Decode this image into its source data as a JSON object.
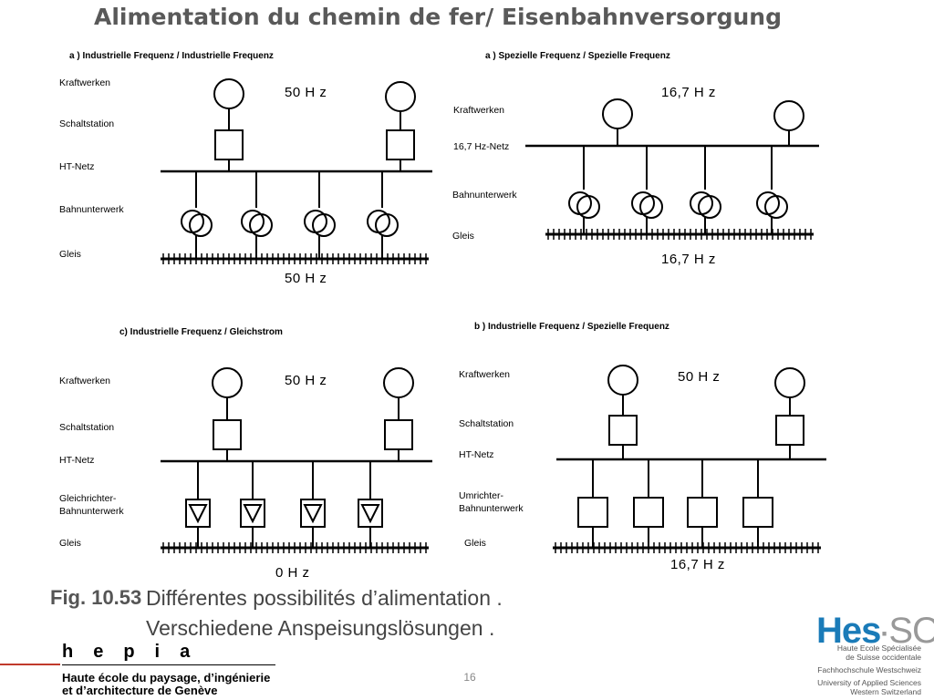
{
  "title": "Alimentation du chemin de fer/ Eisenbahnversorgung",
  "panels": {
    "tl": {
      "title": "a )  Industrielle Frequenz / Industrielle Frequenz",
      "labels": [
        "Kraftwerken",
        "Schaltstation",
        "HT-Netz",
        "Bahnunterwerk",
        "Gleis"
      ],
      "freq_top": "50  H z",
      "freq_bottom": "50  H z"
    },
    "tr": {
      "title": "a )  Spezielle Frequenz / Spezielle Frequenz",
      "labels": [
        "Kraftwerken",
        "16,7 Hz-Netz",
        "Bahnunterwerk",
        "Gleis"
      ],
      "freq_top": "16,7   H z",
      "freq_bottom": "16,7   H z"
    },
    "bl": {
      "title": "c)  Industrielle Frequenz / Gleichstrom",
      "labels": [
        "Kraftwerken",
        "Schaltstation",
        "HT-Netz",
        "Gleichrichter-",
        "Bahnunterwerk",
        "Gleis"
      ],
      "freq_top": "50  H z",
      "freq_bottom": "0  H z"
    },
    "br": {
      "title": "b )  Industrielle Frequenz / Spezielle Frequenz",
      "labels": [
        "Kraftwerken",
        "Schaltstation",
        "HT-Netz",
        "Umrichter-",
        "Bahnunterwerk",
        "Gleis"
      ],
      "freq_top": "50  H z",
      "freq_bottom": "16,7  H z"
    }
  },
  "caption": {
    "fig": "Fig. 10.53",
    "fr": "Différentes possibilités d’alimentation .",
    "de": "Verschiedene Anspeisungslösungen ."
  },
  "footer": {
    "hepia_logo": "hepia",
    "hepia_line1": "Haute école du paysage, d’ingénierie",
    "hepia_line2": "et d’architecture de Genève",
    "page_number": "16",
    "hes_logo_main": "Hes",
    "hes_logo_so": "SO",
    "hes_lines": [
      "Haute Ecole Spécialisée",
      "de Suisse occidentale",
      "Fachhochschule Westschweiz",
      "University of Applied Sciences",
      "Western Switzerland"
    ]
  },
  "colors": {
    "title": "#595959",
    "hes_blue": "#1a7bb8",
    "hepia_red": "#c0392b"
  }
}
